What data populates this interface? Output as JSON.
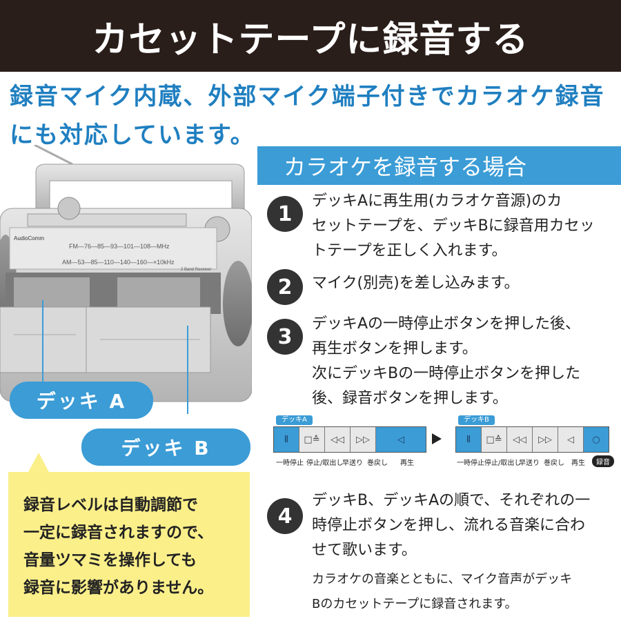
{
  "header": {
    "title": "カセットテープに録音する"
  },
  "subtitle": {
    "line1": "録音マイク内蔵、外部マイク端子付きでカラオケ録音",
    "line2": "にも対応しています。"
  },
  "section": {
    "title": "カラオケを録音する場合"
  },
  "product": {
    "brand": "AudioComm",
    "fm_scale": "FM—76—85—93—101—108—MHz",
    "am_scale": "AM—53—85—110—140—160—×10kHz",
    "band_label": "2 Band Receiver"
  },
  "labels": {
    "deck_a": "デッキ A",
    "deck_b": "デッキ B"
  },
  "steps": [
    {
      "num": "1",
      "lines": [
        "デッキAに再生用(カラオケ音源)のカ",
        "セットテープを、デッキBに録音用カセッ",
        "トテープを正しく入れます。"
      ]
    },
    {
      "num": "2",
      "lines": [
        "マイク(別売)を差し込みます。"
      ]
    },
    {
      "num": "3",
      "lines": [
        "デッキAの一時停止ボタンを押した後、",
        "再生ボタンを押します。",
        "次にデッキBの一時停止ボタンを押した",
        "後、録音ボタンを押します。"
      ]
    },
    {
      "num": "4",
      "lines": [
        "デッキB、デッキAの順で、それぞれの一",
        "時停止ボタンを押し、流れる音楽に合わ",
        "せて歌います。"
      ]
    }
  ],
  "step4_note": {
    "lines": [
      "カラオケの音楽とともに、マイク音声がデッキ",
      "Bのカセットテープに録音されます。"
    ]
  },
  "deck_panels": {
    "a": {
      "label": "デッキA",
      "keys": [
        "Ⅱ",
        "□≙",
        "◁◁",
        "▷▷",
        "◁"
      ],
      "key_labels": [
        "一時停止",
        "停止/取出し",
        "早送り",
        "巻戻し",
        "再生"
      ]
    },
    "b": {
      "label": "デッキB",
      "keys": [
        "Ⅱ",
        "□≙",
        "◁◁",
        "▷▷",
        "◁",
        "○"
      ],
      "key_labels": [
        "一時停止",
        "停止/取出し",
        "早送り",
        "巻戻し",
        "再生",
        "録音"
      ]
    }
  },
  "note": {
    "lines": [
      "録音レベルは自動調節で",
      "一定に録音されますので、",
      "音量ツマミを操作しても",
      "録音に影響がありません。"
    ]
  },
  "colors": {
    "header_bg": "#2a1e1a",
    "accent_blue": "#3b9cd6",
    "subtitle_blue": "#1f7fc0",
    "note_yellow": "#fbef8a"
  }
}
